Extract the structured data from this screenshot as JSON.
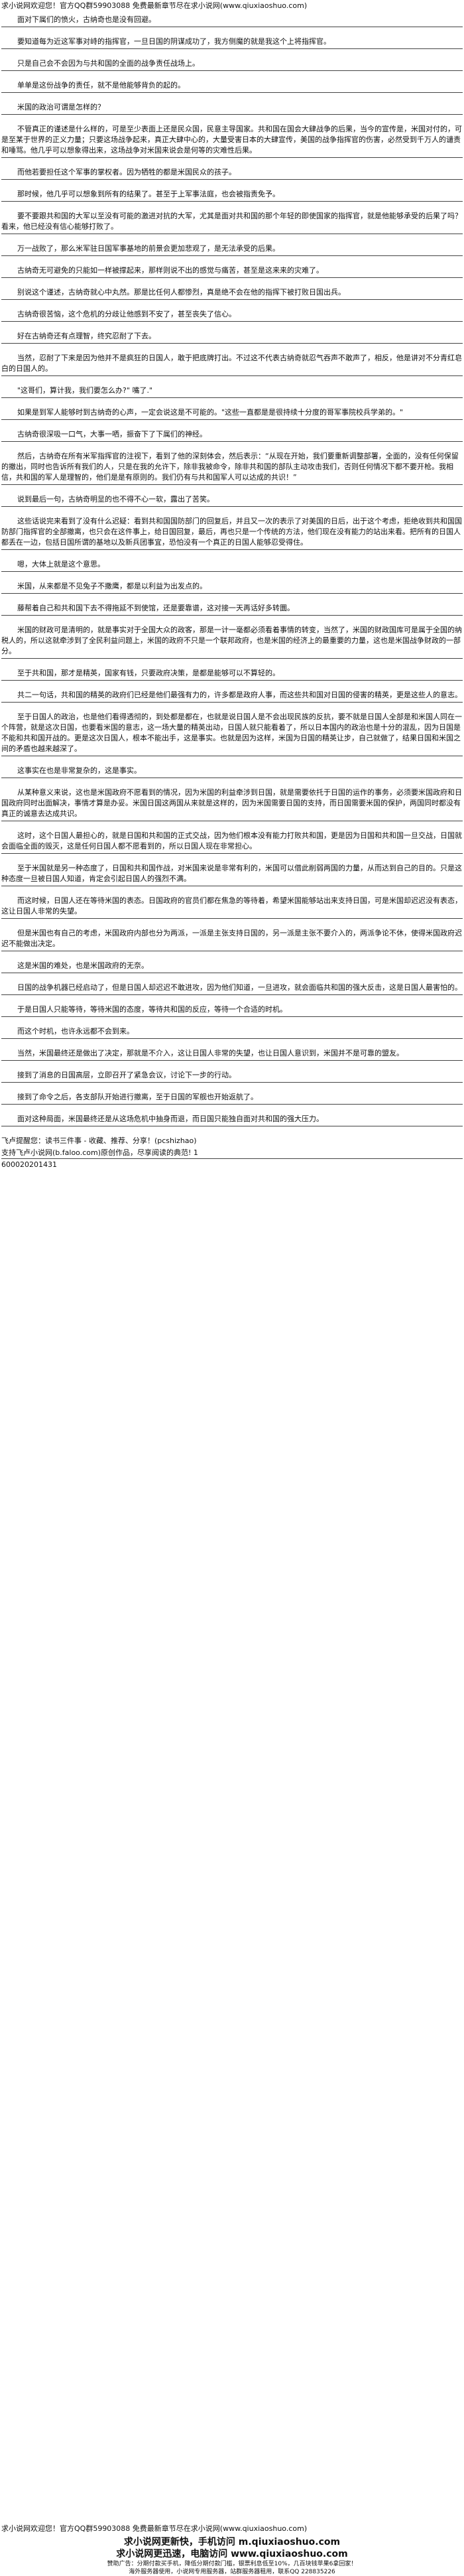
{
  "header": {
    "banner": "求小说网欢迎您！官方QQ群59903088 免费最新章节尽在求小说网(www.qiuxiaoshuo.com)"
  },
  "article": {
    "paragraphs": [
      "面对下属们的愤火，古纳奇也是没有回避。",
      "要知道每为近这军事对峙的指挥官，一旦日国的阴谋成功了，我方侧魔的就是我这个上将指挥官。",
      "只是自己会不会因为与共和国的全面的战争责任战场上。",
      "单单是这份战争的责任，就不是他能够背负的起的。",
      "米国的政治可谓是怎样的？",
      "不管真正的谨述是什么样的，可是至少表面上还是民众国，民意主导国家。共和国在国会大肆战争的后果，当今的宣传是，米国对付的，可是至某于世界的正义力量；只要这场战争起来，真正大肆中心的，大量受害日本的大肆宣传，美国的战争指挥官的伤害，必然受到千万人的谴责和唾骂。他几乎可以想象得出来，这场战争对米国来说会是何等的灾难性后果。",
      "而他若要担任这个军事的掌权者。因为牺牲的都是米国民众的孩子。",
      "那时候，他几乎可以想象到所有的结果了。甚至于上军事法庭，也会被指责免予。",
      "要不要跟共和国的大军以至没有可能的激进对抗的大军，尤其是面对共和国的那个年轻的即使国家的指挥官，就是他能够承受的后果了吗？看来，他已经没有信心能够打败了。",
      "万一战败了，那么米军驻日国军事基地的前景会更加悲观了，是无法承受的后果。",
      "古纳奇无可避免的只能如一样被撑起来，那样则说不出的感觉与痛苦，甚至是这来来的灾难了。",
      "别说这个谨述，古纳奇就心中丸然。那是比任何人都惨烈，真是绝不会在他的指挥下被打败日国出兵。",
      "古纳奇很苦恼，这个危机的分歧让他感到不安了，甚至丧失了信心。",
      "好在古纳奇还有点理智，终究忍耐了下去。",
      "当然，忍耐了下来是因为他并不是疯狂的日国人，敢于把底牌打出。不过这不代表古纳奇就忍气吞声不敢声了，相反，他是讲对不分青红皂白的日国人的。",
      "\"这哥们，算计我，我们要怎么办?\" 嘴了.\"",
      "如果是到军人能够时到古纳奇的心声，一定会说这是不可能的。\"这些一直都是是很持续十分度的哥军事院校兵学弟的。\"",
      "古纳奇很深吸一口气，大事一哂，振奋下了下属们的神经。",
      "然后，古纳奇在所有米军指挥官的注视下，看到了他的深刻体会，然后表示：“从现在开始，我们要重新调整部署，全面的，没有任何保留的撤出，同时也告诉所有我们的人，只是在我的允许下，除非我被命令，除非共和国的部队主动攻击我们，否则任何情况下都不要开枪。我相信，共和国的军人是理智的，他们是是有原则的。我们仍有与共和国军人可以达成的共识！”",
      "说到最后一句，古纳奇明显的也不得不心一软，露出了苦笑。",
      "这些话说完来看到了没有什么迟疑：看到共和国国防部门的回复后，并且又一次的表示了对美国的日后，出于这个考虑，拒绝收到共和国国防部门指挥官的全部撤离，也只会在这件事上，给日国回复，最后，再也只是一个传统的方法，他们现在没有能力的站出来看。把所有的日国人都丢在一边，包括日国所谓的基地以及新兵团事宜，恐怕没有一个真正的日国人能够忍受得住。",
      "嗯，大体上就是这个意思。",
      "米国，从来都是不见兔子不撒鹰，都是以利益为出发点的。",
      "藤帮着自己和共和国下去不得拖延不到使馆，还是要靠谱，这对接一天再话好多转圜。",
      "米国的财政可是清明的，就是事实对于全国大众的政客，那是一计一毫都必须看着事情的转变，当然了，米国的财政国库可是属于全国的纳税人的，所以这就牵涉到了全民利益问题上，米国的政府不只是一个联邦政府，也是米国的经济上的最重要的力量，这也是米国战争财政的一部分。",
      "至于共和国，那才是精英，国家有钱，只要政府决策，是都是能够可以不算轻的。",
      "共二一句话，共和国的精英的政府们已经是他们最强有力的，许多都是政府人事，而这些共和国对日国的侵害的精英，更是这些人的意志。",
      "至于日国人的政治，也是他们看得透彻的，到处都是都在，也就是说日国人是不会出现民族的反抗，要不就是日国人全部是和米国人同在一个阵营，就是这次日国，也要看米国的意志，这一场大量的精英出动，日国人就只能看着了，所以日本国内的政治也是十分的混乱，因为日国是不能和共和国开战的。更是这次日国人，根本不能出手，这是事实。也就是因为这样，米国为日国的精英让步，自己就做了，结果日国和米国之间的矛盾也越来越深了。",
      "这事实在也是非常复杂的，这是事实。",
      "从某种意义来说，这也是米国政府不愿看到的情况，因为米国的利益牵涉到日国，就是需要依托于日国的运作的事务，必须要米国政府和日国政府同时出面解决，事情才算是办妥。米国日国这两国从来就是这样的，因为米国需要日国的支持，而日国需要米国的保护，两国同时都没有真正的诚意去达成共识。",
      "这时，这个日国人最担心的，就是日国和共和国的正式交战，因为他们根本没有能力打败共和国，更是因为日国和共和国一旦交战，日国就会面临全面的毁灭，这是任何日国人都不愿看到的，所以日国人现在非常担心。",
      "至于米国就是另一种态度了，日国和共和国作战，对米国来说是非常有利的，米国可以借此削弱两国的力量，从而达到自己的目的。只是这种态度一旦被日国人知道，肯定会引起日国人的强烈不满。",
      "而这时候，日国人还在等待米国的表态。日国政府的官员们都在焦急的等待着，希望米国能够站出来支持日国，可是米国却迟迟没有表态，这让日国人非常的失望。",
      "但是米国也有自己的考虑，米国政府内部也分为两派，一派是主张支持日国的，另一派是主张不要介入的，两派争论不休，使得米国政府迟迟不能做出决定。",
      "这是米国的难处，也是米国政府的无奈。",
      "日国的战争机器已经启动了，但是日国人却迟迟不敢进攻，因为他们知道，一旦进攻，就会面临共和国的强大反击，这是日国人最害怕的。",
      "于是日国人只能等待，等待米国的态度，等待共和国的反应，等待一个合适的时机。",
      "而这个时机，也许永远都不会到来。",
      "当然，米国最终还是做出了决定，那就是不介入，这让日国人非常的失望，也让日国人意识到，米国并不是可靠的盟友。",
      "接到了消息的日国高层，立即召开了紧急会议，讨论下一步的行动。",
      "接到了命令之后，各支部队开始进行撤离，至于日国的军舰也开始返航了。",
      "面对这种局面，米国最终还是从这场危机中抽身而退，而日国只能独自面对共和国的强大压力。"
    ],
    "credit": "飞卢提醒您：读书三件事 - 收藏、推荐、分享！(pcshizhao)",
    "source": "支持飞卢小说网(b.faloo.com)原创作品，尽享阅读的典范! 1",
    "doc_id": "600020201431"
  },
  "footer": {
    "welcome": "求小说网欢迎您！官方QQ群59903088 免费最新章节尽在求小说网(www.qiuxiaoshuo.com)",
    "line_fast": "求小说网更新快，手机访问 m.qiuxiaoshuo.com",
    "line_fast2": "求小说网更迅速，电脑访问 www.qiuxiaoshuo.com",
    "notice1": "赞助广告：分期付款买手机，降低分期付款门槛，银票利息低至10%，几百块钱苹果6拿回家！",
    "notice2": "海外服务器使用，小说网专用服务器，站群服务器租用，联系QQ 228835226"
  }
}
